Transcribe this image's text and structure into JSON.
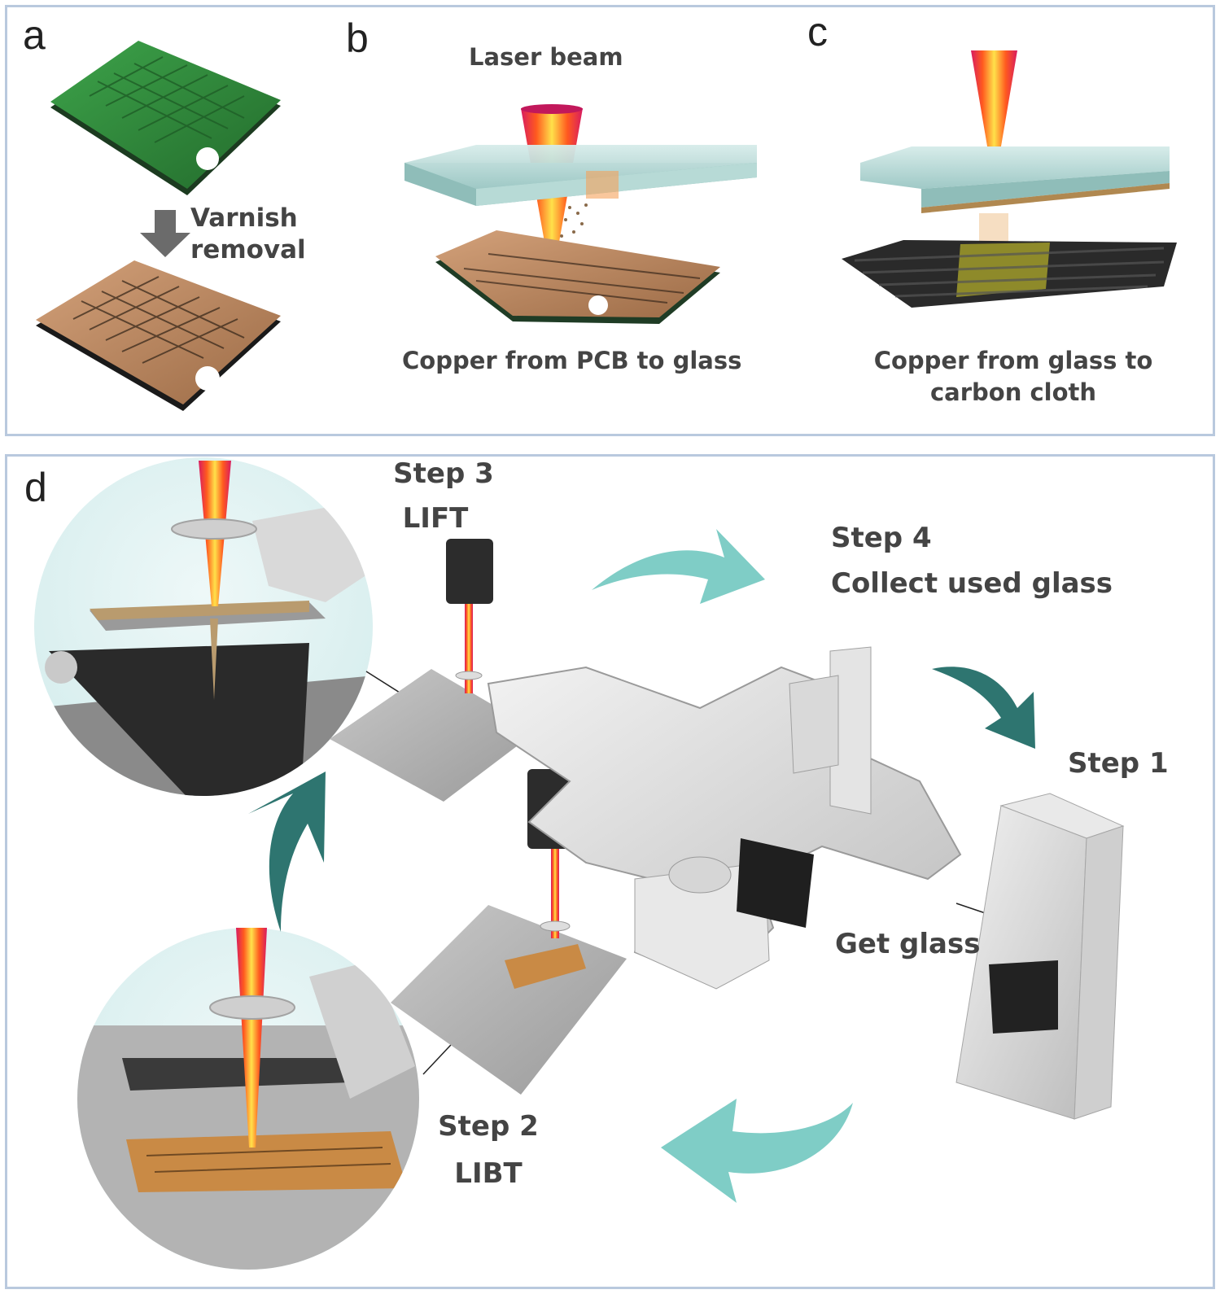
{
  "panels": {
    "a": {
      "letter": "a",
      "arrow_label_1": "Varnish",
      "arrow_label_2": "removal"
    },
    "b": {
      "letter": "b",
      "top_label": "Laser beam",
      "caption": "Copper from PCB to glass"
    },
    "c": {
      "letter": "c",
      "caption_1": "Copper from glass  to",
      "caption_2": "carbon cloth"
    },
    "d": {
      "letter": "d",
      "step3_title": "Step 3",
      "step3_name": "LIFT",
      "step4_title": "Step 4",
      "step4_name": "Collect used glass",
      "step1_title": "Step 1",
      "step1_name": "Get glass",
      "step2_title": "Step 2",
      "step2_name": "LIBT"
    }
  },
  "colors": {
    "panel_border": "#b9c9de",
    "pcb_green": "#2f8a3a",
    "pcb_copper": "#b9875f",
    "glass": "#a9d3cf",
    "arrow_light_teal": "#7fcdc6",
    "arrow_dark_teal": "#2e7570",
    "laser_red": "#e52a1c",
    "laser_yellow": "#ffd23a",
    "label_gray": "#444444"
  }
}
